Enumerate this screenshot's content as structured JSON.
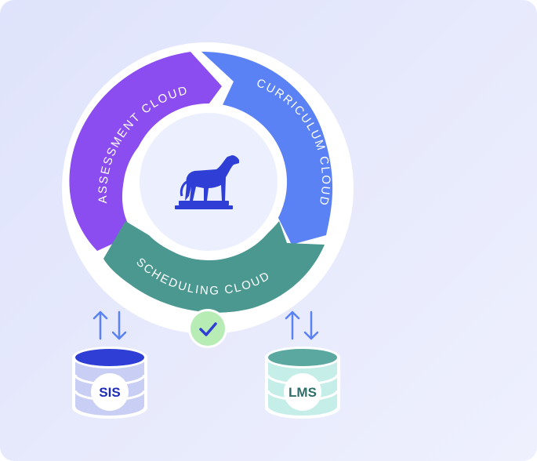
{
  "cycle": {
    "segments": [
      {
        "label": "ASSESSMENT CLOUD",
        "color": "#8b4cf0"
      },
      {
        "label": "CURRICULUM CLOUD",
        "color": "#5a82f5"
      },
      {
        "label": "SCHEDULING CLOUD",
        "color": "#4a9890"
      }
    ],
    "center_icon": "greyhound-statue-logo"
  },
  "status": {
    "icon": "check-icon",
    "color": "#b7ecb5"
  },
  "databases": [
    {
      "label": "SIS",
      "color": "#2f3fd6",
      "label_color": "#1e2ab8",
      "arrows_icon": "sync-arrows-icon"
    },
    {
      "label": "LMS",
      "color": "#5aa8a0",
      "label_color": "#2f6e68",
      "arrows_icon": "sync-arrows-icon"
    }
  ]
}
